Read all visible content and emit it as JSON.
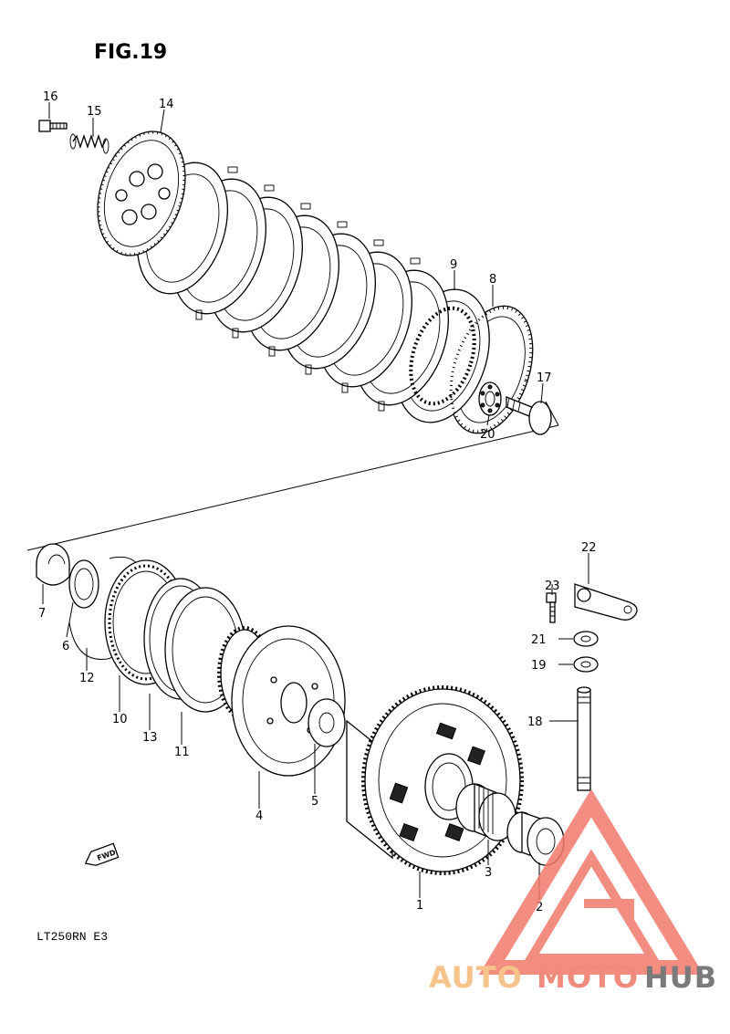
{
  "figure": {
    "title": "FIG.19",
    "model_code": "LT250RN E3"
  },
  "fwd_label": "FWD",
  "callouts": [
    {
      "id": "16",
      "label": "16"
    },
    {
      "id": "15",
      "label": "15"
    },
    {
      "id": "14",
      "label": "14"
    },
    {
      "id": "9",
      "label": "9"
    },
    {
      "id": "8",
      "label": "8"
    },
    {
      "id": "17",
      "label": "17"
    },
    {
      "id": "20",
      "label": "20"
    },
    {
      "id": "22",
      "label": "22"
    },
    {
      "id": "23",
      "label": "23"
    },
    {
      "id": "21",
      "label": "21"
    },
    {
      "id": "19",
      "label": "19"
    },
    {
      "id": "18",
      "label": "18"
    },
    {
      "id": "7",
      "label": "7"
    },
    {
      "id": "6",
      "label": "6"
    },
    {
      "id": "12",
      "label": "12"
    },
    {
      "id": "10",
      "label": "10"
    },
    {
      "id": "13",
      "label": "13"
    },
    {
      "id": "11",
      "label": "11"
    },
    {
      "id": "4",
      "label": "4"
    },
    {
      "id": "5",
      "label": "5"
    },
    {
      "id": "3",
      "label": "3"
    },
    {
      "id": "1",
      "label": "1"
    },
    {
      "id": "2",
      "label": "2"
    }
  ],
  "watermark": {
    "part1": "AUTO",
    "part2": "MOTO",
    "part3": "HUB",
    "color1": "#f6c48a",
    "color2": "#f08a7a",
    "color3": "#7a7a7a",
    "logo_color": "#f27a6c"
  }
}
